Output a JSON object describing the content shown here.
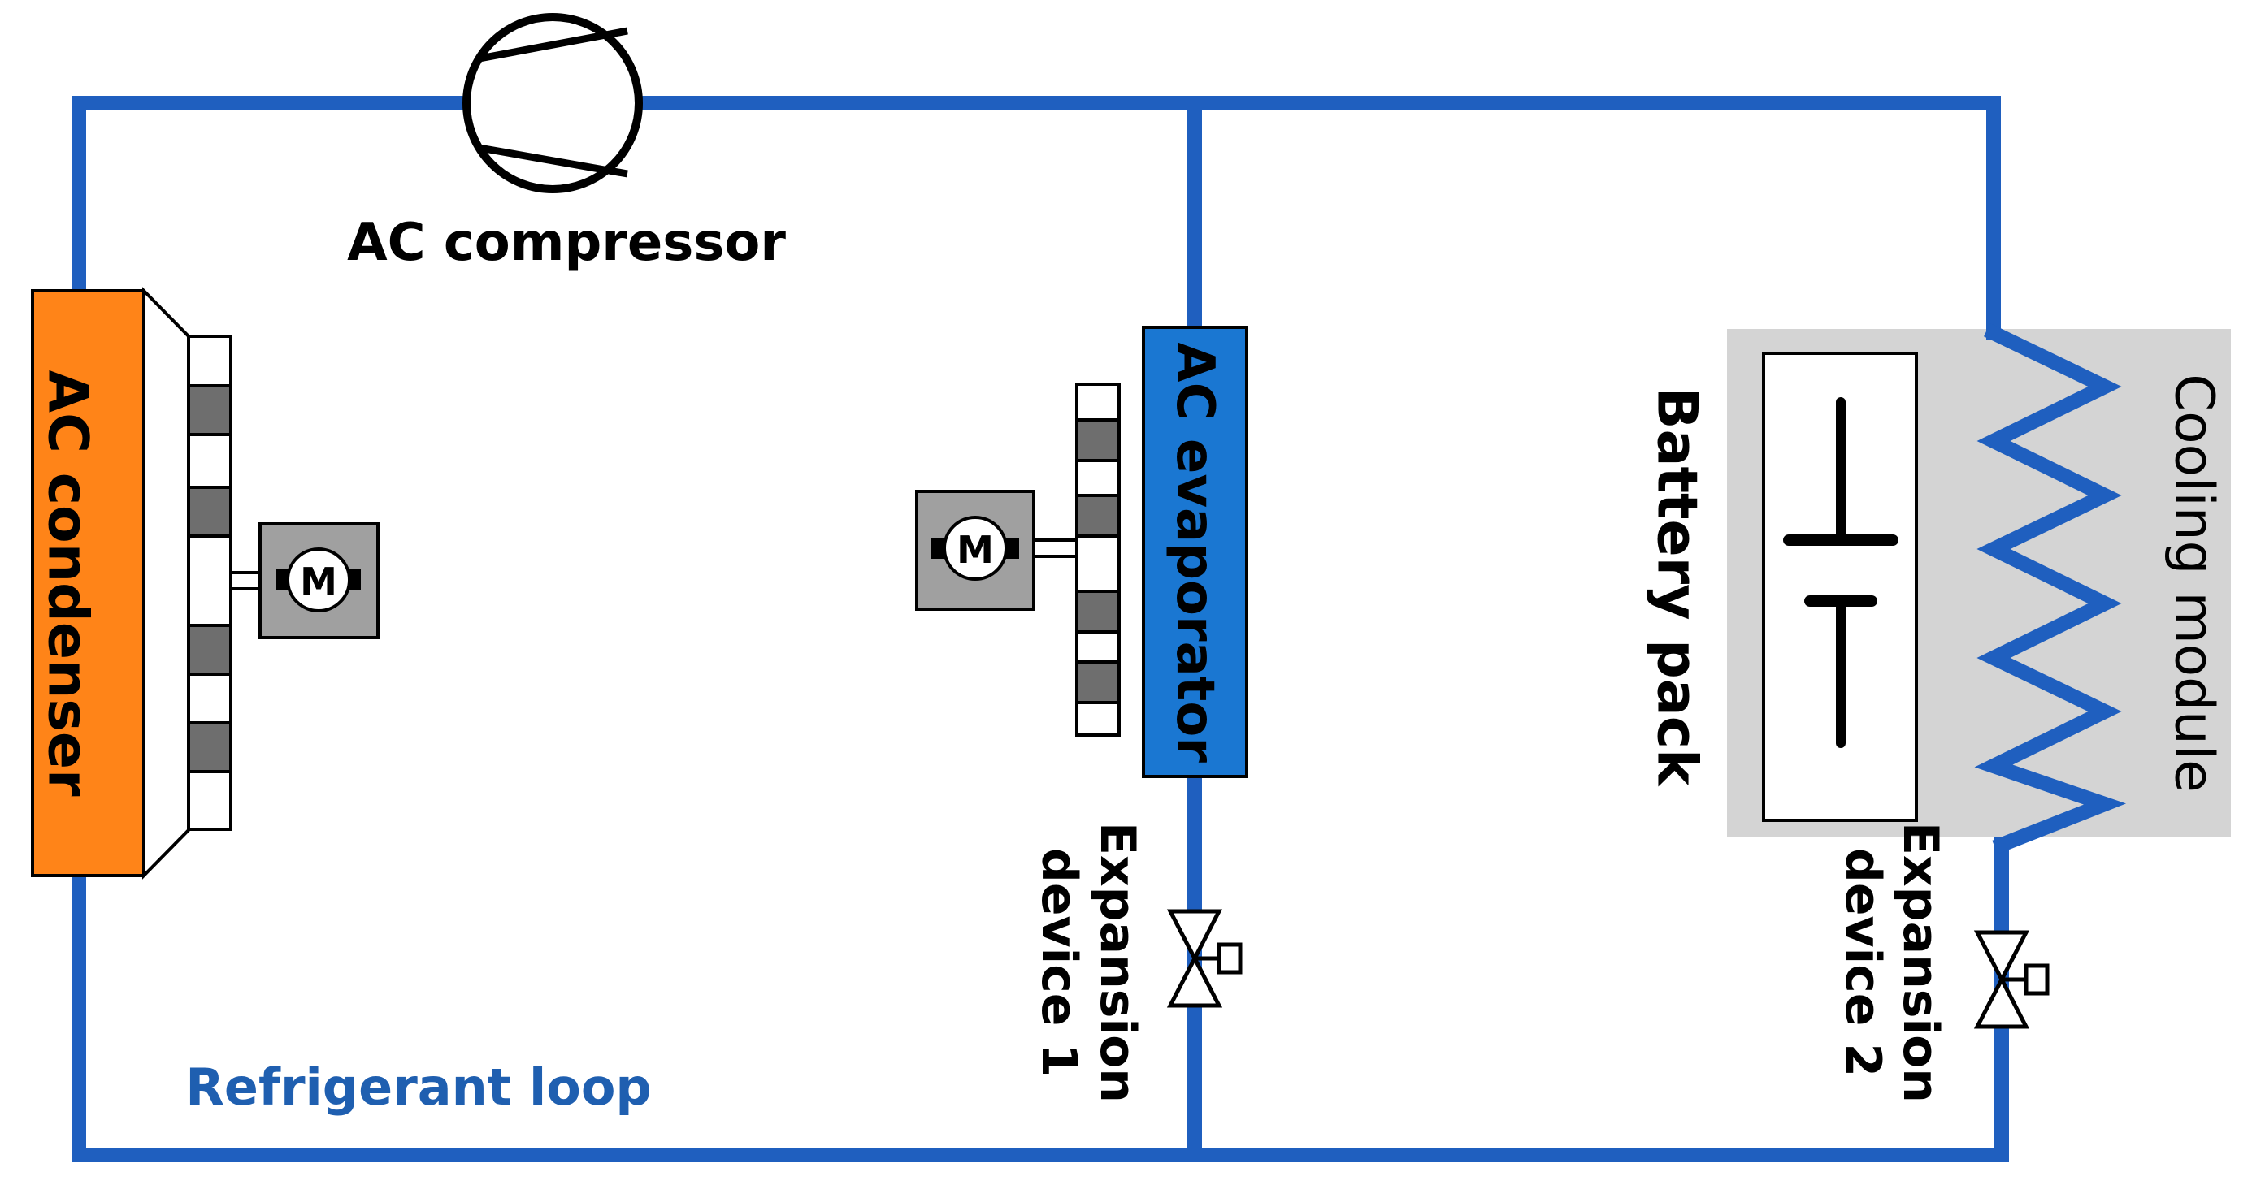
{
  "labels": {
    "compressor": "AC compressor",
    "condenser": "AC condenser",
    "evaporator": "AC evaporator",
    "battery_pack": "Battery pack",
    "cooling_module": "Cooling module",
    "expansion_1_line1": "Expansion",
    "expansion_1_line2": "device 1",
    "expansion_2_line1": "Expansion",
    "expansion_2_line2": "device 2",
    "loop": "Refrigerant loop",
    "motor_1": "M",
    "motor_2": "M"
  },
  "colors": {
    "pipe": "#1f5fbf",
    "loop_label": "#1f5fb0",
    "condenser_fill": "#ff8418",
    "evaporator_fill": "#1a77d2",
    "cooling_module_fill": "#d4d4d4",
    "motor_housing": "#a0a0a0",
    "fan_blade_dark": "#6e6e6e",
    "outline": "#000000"
  },
  "icons": {
    "compressor": "compressor-icon",
    "motor": "motor-icon",
    "fan": "fan-icon",
    "valve": "expansion-valve-icon",
    "battery": "battery-icon",
    "coil": "cooling-coil-icon"
  }
}
